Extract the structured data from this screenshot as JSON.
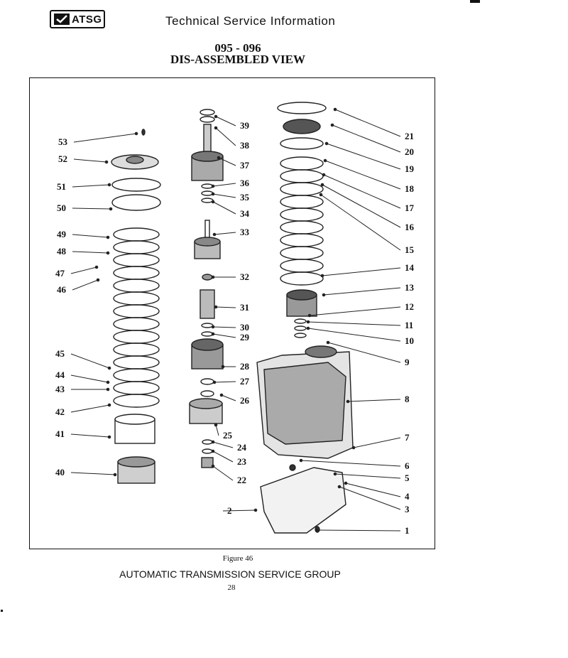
{
  "header": {
    "logo_text": "ATSG",
    "title": "Technical Service Information"
  },
  "document": {
    "code": "095 - 096",
    "view_title": "DIS-ASSEMBLED VIEW"
  },
  "figure": {
    "caption": "Figure 46",
    "callouts_left": [
      "53",
      "52",
      "51",
      "50",
      "49",
      "48",
      "47",
      "46",
      "45",
      "44",
      "43",
      "42",
      "41",
      "40"
    ],
    "callouts_center": [
      "39",
      "38",
      "37",
      "36",
      "35",
      "34",
      "33",
      "32",
      "31",
      "30",
      "29",
      "28",
      "27",
      "26",
      "25",
      "24",
      "23",
      "22"
    ],
    "callouts_right": [
      "21",
      "20",
      "19",
      "18",
      "17",
      "16",
      "15",
      "14",
      "13",
      "12",
      "11",
      "10",
      "9",
      "8",
      "7",
      "6",
      "5",
      "4",
      "3",
      "2",
      "1"
    ]
  },
  "footer": {
    "organization": "AUTOMATIC TRANSMISSION SERVICE GROUP",
    "page_number": "28"
  }
}
